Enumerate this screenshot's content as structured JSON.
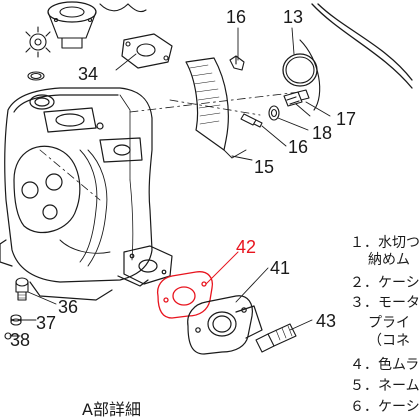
{
  "callouts": {
    "c16a": "16",
    "c13": "13",
    "c34": "34",
    "c17": "17",
    "c18": "18",
    "c16b": "16",
    "c15": "15",
    "c42": "42",
    "c41": "41",
    "c43": "43",
    "c36": "36",
    "c37": "37",
    "c38": "38"
  },
  "detail_label": "A部詳細",
  "notes": [
    "１．水切つ",
    "納めム",
    "２．ケーシ",
    "３．モータ",
    "プライ",
    "（コネ",
    "４．色ムラ",
    "５．ネーム",
    "６．ケーシ"
  ],
  "colors": {
    "line": "#1a1a1a",
    "highlight": "#e8141e"
  }
}
